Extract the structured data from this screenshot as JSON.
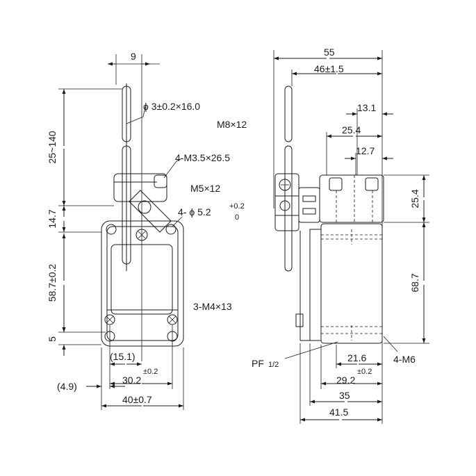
{
  "front_view": {
    "dim_top_width": "9",
    "dim_rod_diameter": "ϕ 3±0.2×16.0",
    "dim_lever_length": "25~140",
    "thread_top": "M8×12",
    "dim_side_screws": "4-M3.5×26.5",
    "thread_mid": "M5×12",
    "dim_holes": "4- ϕ 5.2",
    "tol_holes_upper": "+0.2",
    "tol_holes_lower": "0",
    "dim_14_7": "14.7",
    "dim_body_height": "58.7±0.2",
    "dim_bottom_screws": "3-M4×13",
    "dim_5": "5",
    "dim_15_1": "(15.1)",
    "dim_30_2": "30.2",
    "tol_30_2": "±0.2",
    "dim_4_9": "(4.9)",
    "dim_width": "40±0.7"
  },
  "side_view": {
    "dim_55": "55",
    "dim_46": "46±1.5",
    "dim_13_1": "13.1",
    "dim_25_4_top": "25.4",
    "dim_12_7": "12.7",
    "dim_25_4_right": "25.4",
    "dim_68_7": "68.7",
    "label_pf": "PF",
    "label_pf_frac": "1/2",
    "label_m6": "4-M6",
    "dim_21_6": "21.6",
    "tol_29_2": "±0.2",
    "dim_29_2": "29.2",
    "dim_35": "35",
    "dim_41_5": "41.5"
  }
}
